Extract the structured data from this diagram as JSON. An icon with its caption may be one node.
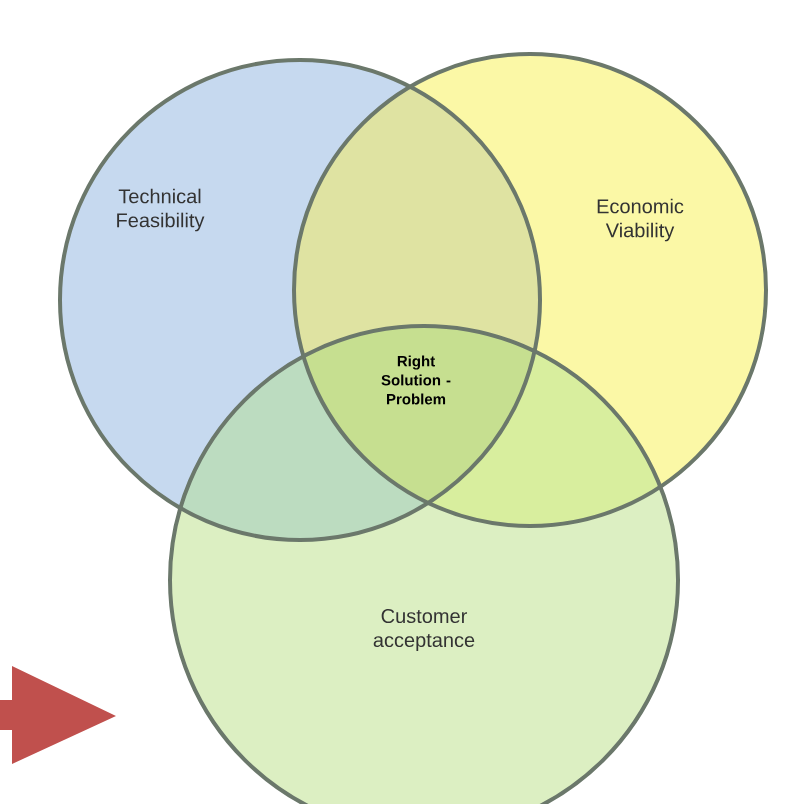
{
  "diagram": {
    "nodes": [
      {
        "text": [
          "Technical Feasibility"
        ]
      },
      {
        "text": [
          "Economic Viability"
        ]
      },
      {
        "text": [
          "Customer acceptance"
        ]
      }
    ],
    "labels": [
      "Right Solution - Problem"
    ]
  }
}
